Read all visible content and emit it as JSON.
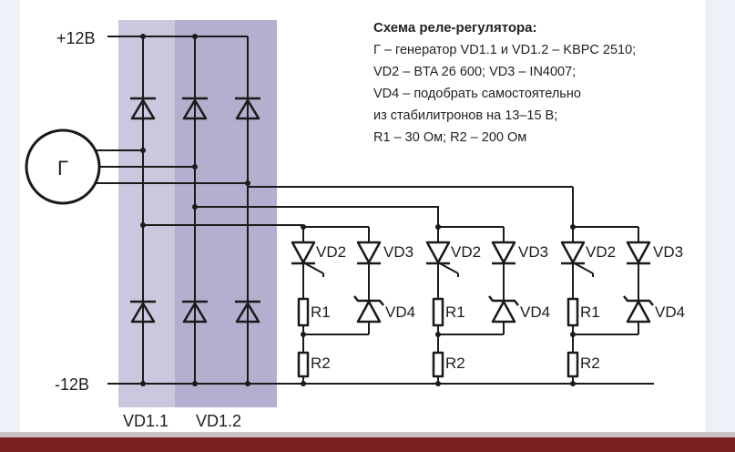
{
  "caption": {
    "title": "Схема реле-регулятора:",
    "lines": [
      "Г – генератор VD1.1 и VD1.2 – KBPC 2510;",
      "VD2 – BTA 26 600; VD3 – IN4007;",
      "VD4 – подобрать самостоятельно",
      "из стабилитронов на 13–15 В;",
      "R1 – 30 Ом; R2 – 200 Ом"
    ]
  },
  "rails": {
    "positive": "+12В",
    "negative": "-12В"
  },
  "generator": {
    "label": "Г"
  },
  "bridges": {
    "left": "VD1.1",
    "right": "VD1.2"
  },
  "stages": [
    {
      "triac": "VD2",
      "diode": "VD3",
      "r1": "R1",
      "zener": "VD4",
      "r2": "R2"
    },
    {
      "triac": "VD2",
      "diode": "VD3",
      "r1": "R1",
      "zener": "VD4",
      "r2": "R2"
    },
    {
      "triac": "VD2",
      "diode": "VD3",
      "r1": "R1",
      "zener": "VD4",
      "r2": "R2"
    }
  ],
  "colors": {
    "page": "#ffffff",
    "outer": "#eef1f7",
    "bridge_left": "#c9c8de",
    "bridge_right": "#b2afcf",
    "ink": "#1a1a1a",
    "bottom_band": "#7a2020"
  }
}
